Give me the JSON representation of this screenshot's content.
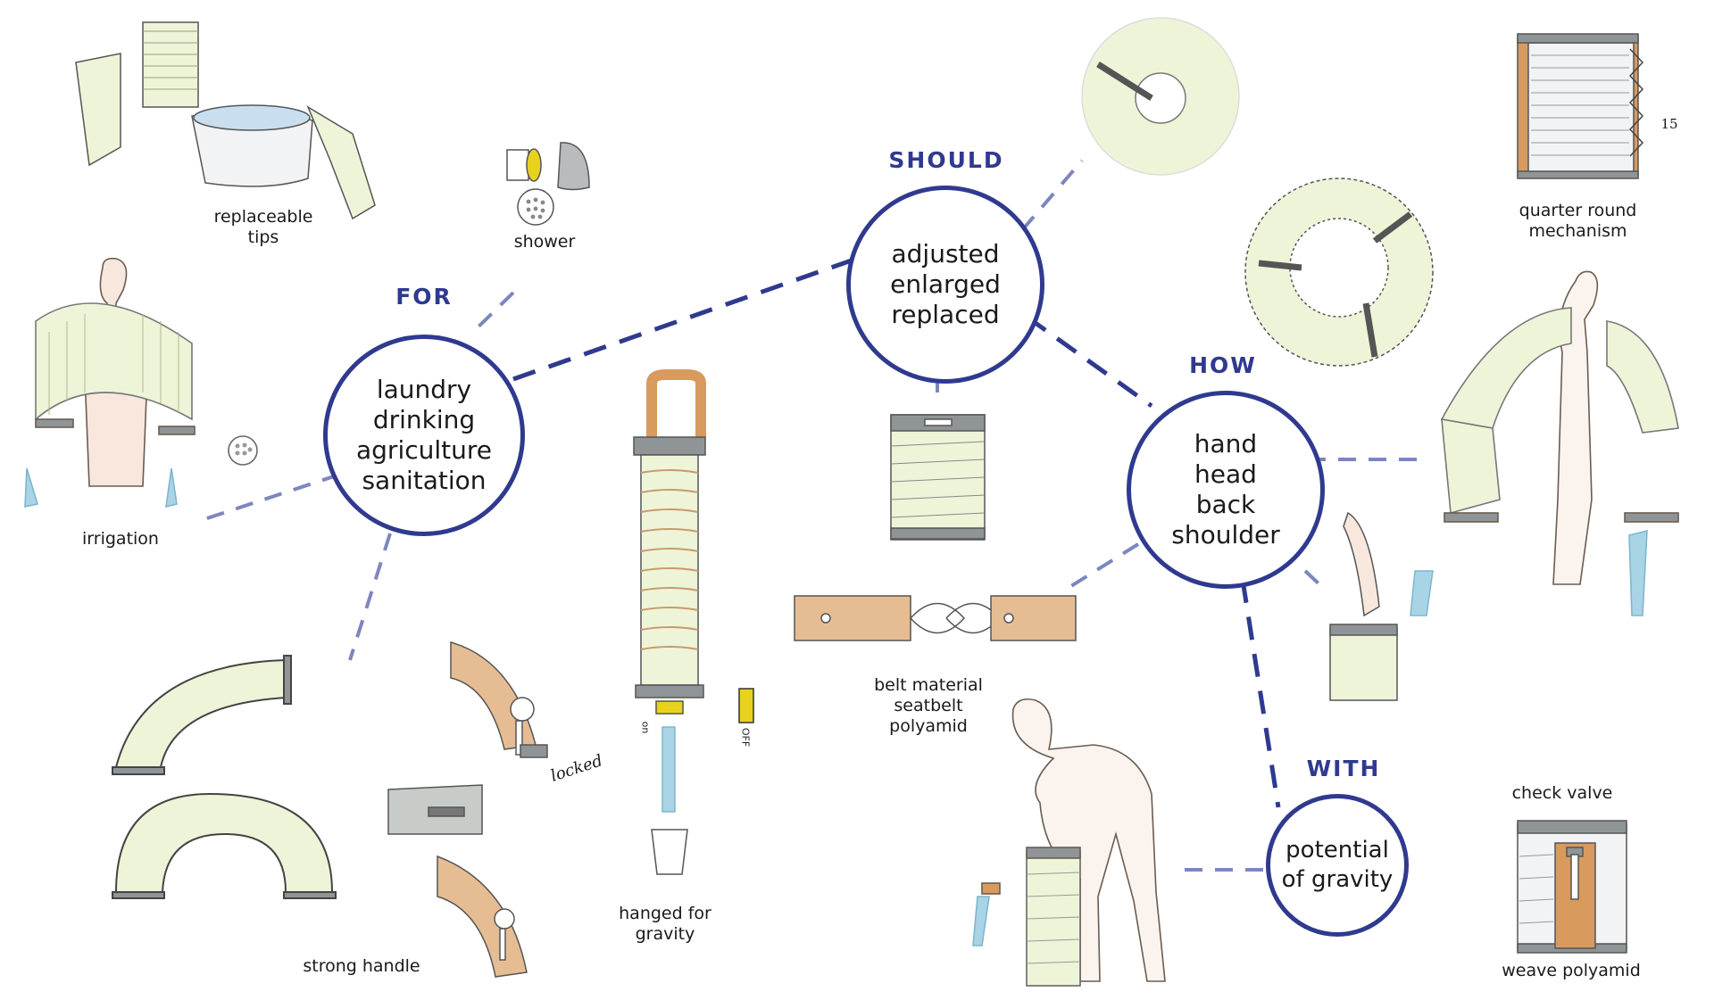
{
  "colors": {
    "accent": "#2f3a8f",
    "connector": "#7d86bd",
    "pale_green": "#eef4d8",
    "orange": "#d99a5e",
    "water": "#a9d4e6",
    "yellow": "#e8d21e",
    "grey": "#8f9596"
  },
  "hubs": {
    "for": {
      "heading": "FOR",
      "items": [
        "laundry",
        "drinking",
        "agriculture",
        "sanitation"
      ]
    },
    "should": {
      "heading": "SHOULD",
      "items": [
        "adjusted",
        "enlarged",
        "replaced"
      ]
    },
    "how": {
      "heading": "HOW",
      "items": [
        "hand",
        "head",
        "back",
        "shoulder"
      ]
    },
    "with": {
      "heading": "WITH",
      "items": [
        "potential",
        "of gravity"
      ]
    }
  },
  "labels": {
    "replaceable_tips": [
      "replaceable",
      "tips"
    ],
    "shower": "shower",
    "irrigation": "irrigation",
    "strong_handle": "strong handle",
    "hanged_for_gravity": [
      "hanged for",
      "gravity"
    ],
    "belt_material": [
      "belt material",
      "seatbelt",
      "polyamid"
    ],
    "quarter_round": [
      "quarter round",
      "mechanism"
    ],
    "check_valve": "check valve",
    "weave_polyamid": "weave polyamid",
    "locked_note": "locked",
    "on_note": "on",
    "off_note": "OFF",
    "page_number": "15"
  },
  "icons": [
    "tips-basin-sketch",
    "shower-head-sketch",
    "shoulder-carry-sketch",
    "handle-arc-sketch",
    "handle-lock-sketch",
    "hanging-container-sketch",
    "ring-sketch",
    "quarter-round-sketch",
    "bellows-container-sketch",
    "belt-sketch",
    "back-carry-sketch",
    "hand-carry-sketch",
    "bending-person-sketch",
    "check-valve-sketch"
  ]
}
